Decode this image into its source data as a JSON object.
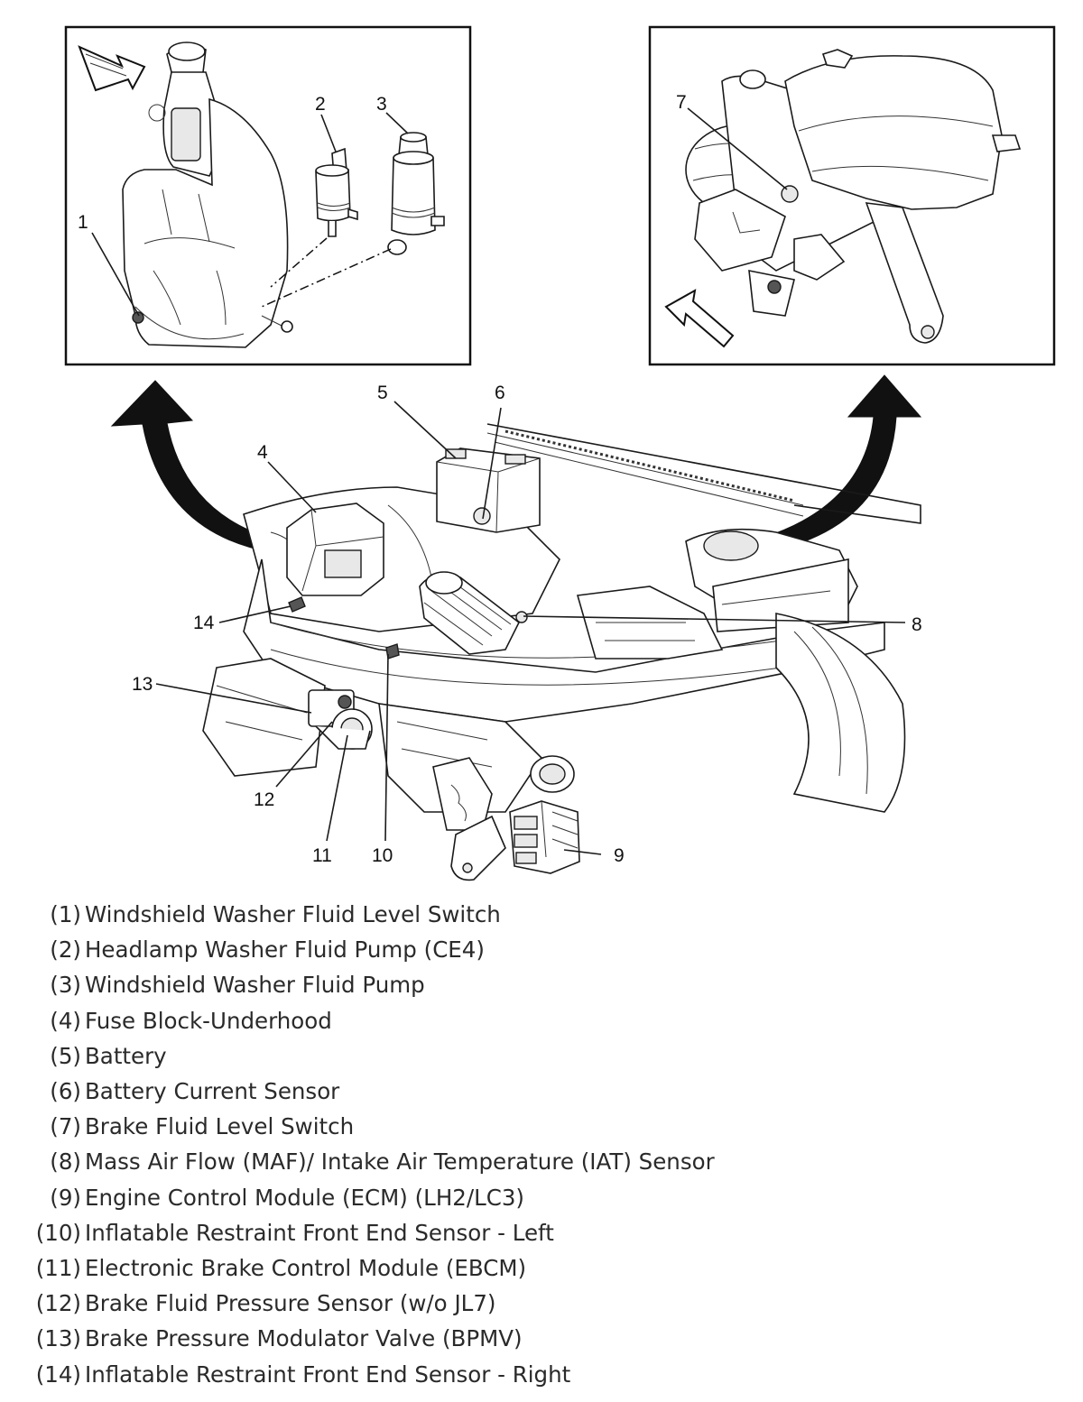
{
  "callouts": [
    "1",
    "2",
    "3",
    "4",
    "5",
    "6",
    "7",
    "8",
    "9",
    "10",
    "11",
    "12",
    "13",
    "14"
  ],
  "legend": [
    {
      "num": "(1)",
      "label": "Windshield Washer Fluid Level Switch"
    },
    {
      "num": "(2)",
      "label": "Headlamp Washer Fluid Pump (CE4)"
    },
    {
      "num": "(3)",
      "label": "Windshield Washer Fluid Pump"
    },
    {
      "num": "(4)",
      "label": "Fuse Block-Underhood"
    },
    {
      "num": "(5)",
      "label": "Battery"
    },
    {
      "num": "(6)",
      "label": "Battery Current Sensor"
    },
    {
      "num": "(7)",
      "label": "Brake Fluid Level Switch"
    },
    {
      "num": "(8)",
      "label": "Mass Air Flow (MAF)/ Intake Air Temperature (IAT) Sensor"
    },
    {
      "num": "(9)",
      "label": "Engine Control Module (ECM) (LH2/LC3)"
    },
    {
      "num": "(10)",
      "label": "Inflatable Restraint Front End Sensor - Left"
    },
    {
      "num": "(11)",
      "label": "Electronic Brake Control Module (EBCM)"
    },
    {
      "num": "(12)",
      "label": "Brake Fluid Pressure Sensor (w/o JL7)"
    },
    {
      "num": "(13)",
      "label": "Brake Pressure Modulator Valve (BPMV)"
    },
    {
      "num": "(14)",
      "label": "Inflatable Restraint Front End Sensor - Right"
    }
  ]
}
